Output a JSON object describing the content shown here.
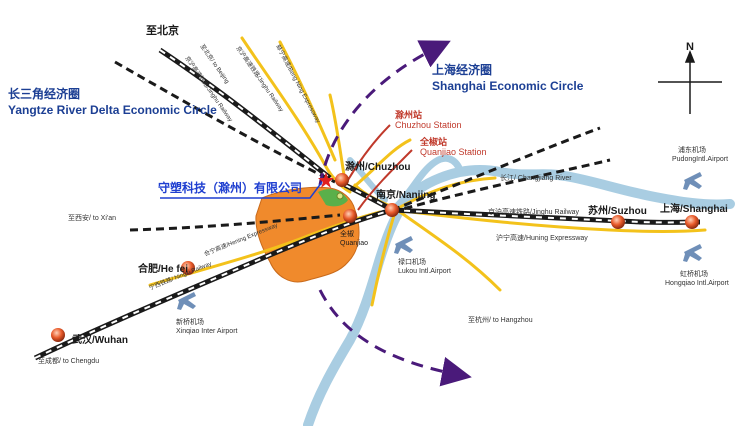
{
  "regions": {
    "yangtze_cn": "长三角经济圈",
    "yangtze_en": "Yangtze River Delta Economic Circle",
    "shanghai_cn": "上海经济圈",
    "shanghai_en": "Shanghai Economic Circle"
  },
  "company": "守塑科技（滁州）有限公司",
  "compass": "N",
  "cities": {
    "beijing": "至北京",
    "chuzhou": "滁州/Chuzhou",
    "nanjing": "南京/Nanjing",
    "quanjiao_cn": "全椒",
    "quanjiao_en": "Quanjiao",
    "hefei": "合肥/He fei",
    "wuhan": "武汉/Wuhan",
    "suzhou": "苏州/Suzhou",
    "shanghai": "上海/Shanghai"
  },
  "stations": {
    "chuzhou_cn": "滁州站",
    "chuzhou_en": "Chuzhou Station",
    "quanjiao_cn": "全椒站",
    "quanjiao_en": "Quanjiao Station"
  },
  "routes": {
    "to_beijing_rail": "至北京/ to Beijing",
    "jinghu_rail_n": "京沪高速铁路/Jinghu Railway",
    "bengbu_exp": "蚌宁高速/Beng Ning Expressway",
    "jingtai_rail": "京沪高速铁路/Jinghu Railway",
    "changjiang": "长江/ Changjiang River",
    "jinghu_rail_e": "京沪高速铁路/Jinghu Railway",
    "huning_exp": "沪宁高速/Huning Expressway",
    "hening_exp": "合宁高速/Hening Expressway",
    "ningxi_rail": "宁西铁路/ Ningxi Railway",
    "to_xian": "至西安/ to Xi'an",
    "to_hangzhou": "至杭州/ to Hangzhou",
    "to_chengdu": "至成都/ to Chengdu"
  },
  "airports": {
    "lukou_cn": "禄口机场",
    "lukou_en": "Lukou Intl.Airport",
    "xinqiao_cn": "新桥机场",
    "xinqiao_en": "Xinqiao Inter Airport",
    "pudong_cn": "浦东机场",
    "pudong_en": "PudongIntl.Airport",
    "hongqiao_cn": "虹桥机场",
    "hongqiao_en": "Hongqiao Intl.Airport"
  },
  "colors": {
    "rail": "#1a1a1a",
    "expressway": "#f3c21b",
    "river": "#a9cde2",
    "region": "#f08a2c",
    "arrow": "#4a1a7a",
    "region_title": "#1c3f94",
    "station_red": "#c0392b",
    "company": "#1f3fd0"
  }
}
